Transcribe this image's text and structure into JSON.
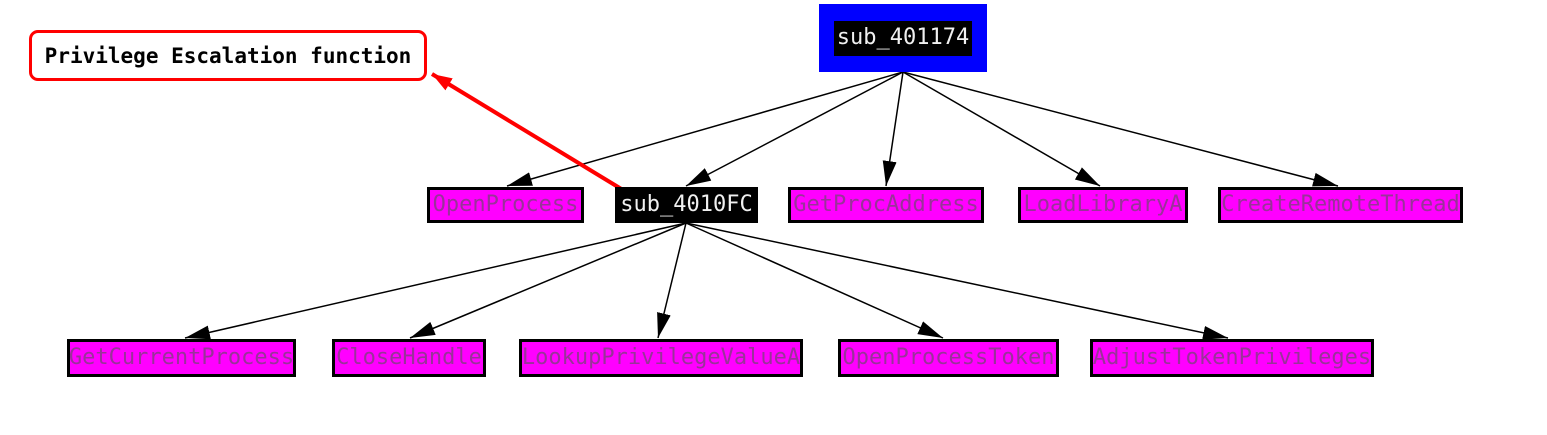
{
  "graph": {
    "annotation": {
      "label": "Privilege Escalation function",
      "border_color": "#ff0000",
      "text_color": "#000000",
      "arrow_color": "#ff0000",
      "points_to": "sub_4010FC"
    },
    "colors": {
      "background": "#ffffff",
      "root_node_bg": "#0000ff",
      "root_node_inner_bg": "#000000",
      "root_node_text": "#ffffff",
      "function_node_bg": "#000000",
      "function_node_text": "#ffffff",
      "api_node_bg": "#ff00ff",
      "api_node_border": "#000000",
      "api_node_text": "#993399",
      "edge_color": "#000000"
    },
    "nodes": [
      {
        "id": "sub_401174",
        "label": "sub_401174",
        "type": "root"
      },
      {
        "id": "OpenProcess",
        "label": "OpenProcess",
        "type": "api"
      },
      {
        "id": "sub_4010FC",
        "label": "sub_4010FC",
        "type": "function"
      },
      {
        "id": "GetProcAddress",
        "label": "GetProcAddress",
        "type": "api"
      },
      {
        "id": "LoadLibraryA",
        "label": "LoadLibraryA",
        "type": "api"
      },
      {
        "id": "CreateRemoteThread",
        "label": "CreateRemoteThread",
        "type": "api"
      },
      {
        "id": "GetCurrentProcess",
        "label": "GetCurrentProcess",
        "type": "api"
      },
      {
        "id": "CloseHandle",
        "label": "CloseHandle",
        "type": "api"
      },
      {
        "id": "LookupPrivilegeValueA",
        "label": "LookupPrivilegeValueA",
        "type": "api"
      },
      {
        "id": "OpenProcessToken",
        "label": "OpenProcessToken",
        "type": "api"
      },
      {
        "id": "AdjustTokenPrivileges",
        "label": "AdjustTokenPrivileges",
        "type": "api"
      }
    ],
    "edges": [
      {
        "from": "sub_401174",
        "to": "OpenProcess"
      },
      {
        "from": "sub_401174",
        "to": "sub_4010FC"
      },
      {
        "from": "sub_401174",
        "to": "GetProcAddress"
      },
      {
        "from": "sub_401174",
        "to": "LoadLibraryA"
      },
      {
        "from": "sub_401174",
        "to": "CreateRemoteThread"
      },
      {
        "from": "sub_4010FC",
        "to": "GetCurrentProcess"
      },
      {
        "from": "sub_4010FC",
        "to": "CloseHandle"
      },
      {
        "from": "sub_4010FC",
        "to": "LookupPrivilegeValueA"
      },
      {
        "from": "sub_4010FC",
        "to": "OpenProcessToken"
      },
      {
        "from": "sub_4010FC",
        "to": "AdjustTokenPrivileges"
      }
    ]
  }
}
